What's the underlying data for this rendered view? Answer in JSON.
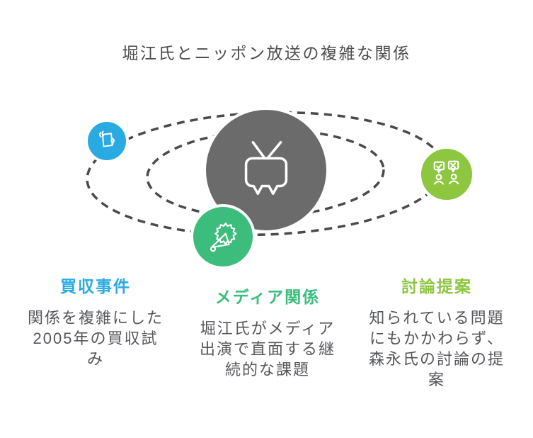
{
  "title": "堀江氏とニッポン放送の複雑な関係",
  "colors": {
    "accent_blue": "#29abe2",
    "accent_green": "#3cbd7c",
    "accent_lime": "#8dc63f",
    "center_gray": "#6b6b6b",
    "orbit_dash": "#4a4a4a",
    "title_text": "#4d4d4f",
    "body_text": "#56575b"
  },
  "center": {
    "icon": "tv-icon"
  },
  "nodes": [
    {
      "id": "acquisition",
      "label": "買収事件",
      "description": "関係を複雑にした2005年の買収試み",
      "color": "#29abe2",
      "icon": "takeover-hands-icon"
    },
    {
      "id": "media",
      "label": "メディア関係",
      "description": "堀江氏がメディア出演で直面する継続的な課題",
      "color": "#3cbd7c",
      "icon": "megaphone-icon"
    },
    {
      "id": "debate",
      "label": "討論提案",
      "description": "知られている問題にもかかわらず、森永氏の討論の提案",
      "color": "#8dc63f",
      "icon": "debate-people-icon"
    }
  ]
}
